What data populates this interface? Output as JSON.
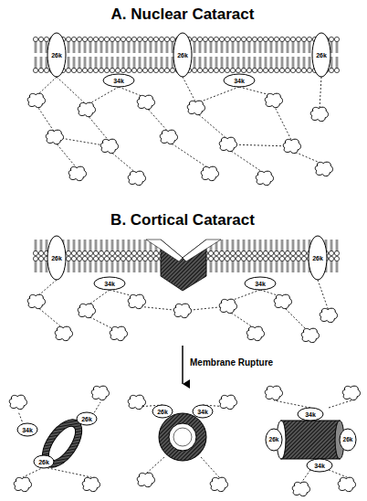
{
  "diagram": {
    "labels": [
      "A. Nuclear Cataract",
      "26k",
      "34k",
      "26k",
      "34k",
      "26k",
      "B. Cortical Cataract",
      "26k",
      "34k",
      "34k",
      "26k",
      "Membrane Rupture",
      "26k",
      "34k",
      "26k",
      "26k",
      "34k",
      "34k",
      "34k",
      "26k",
      "26k"
    ]
  }
}
